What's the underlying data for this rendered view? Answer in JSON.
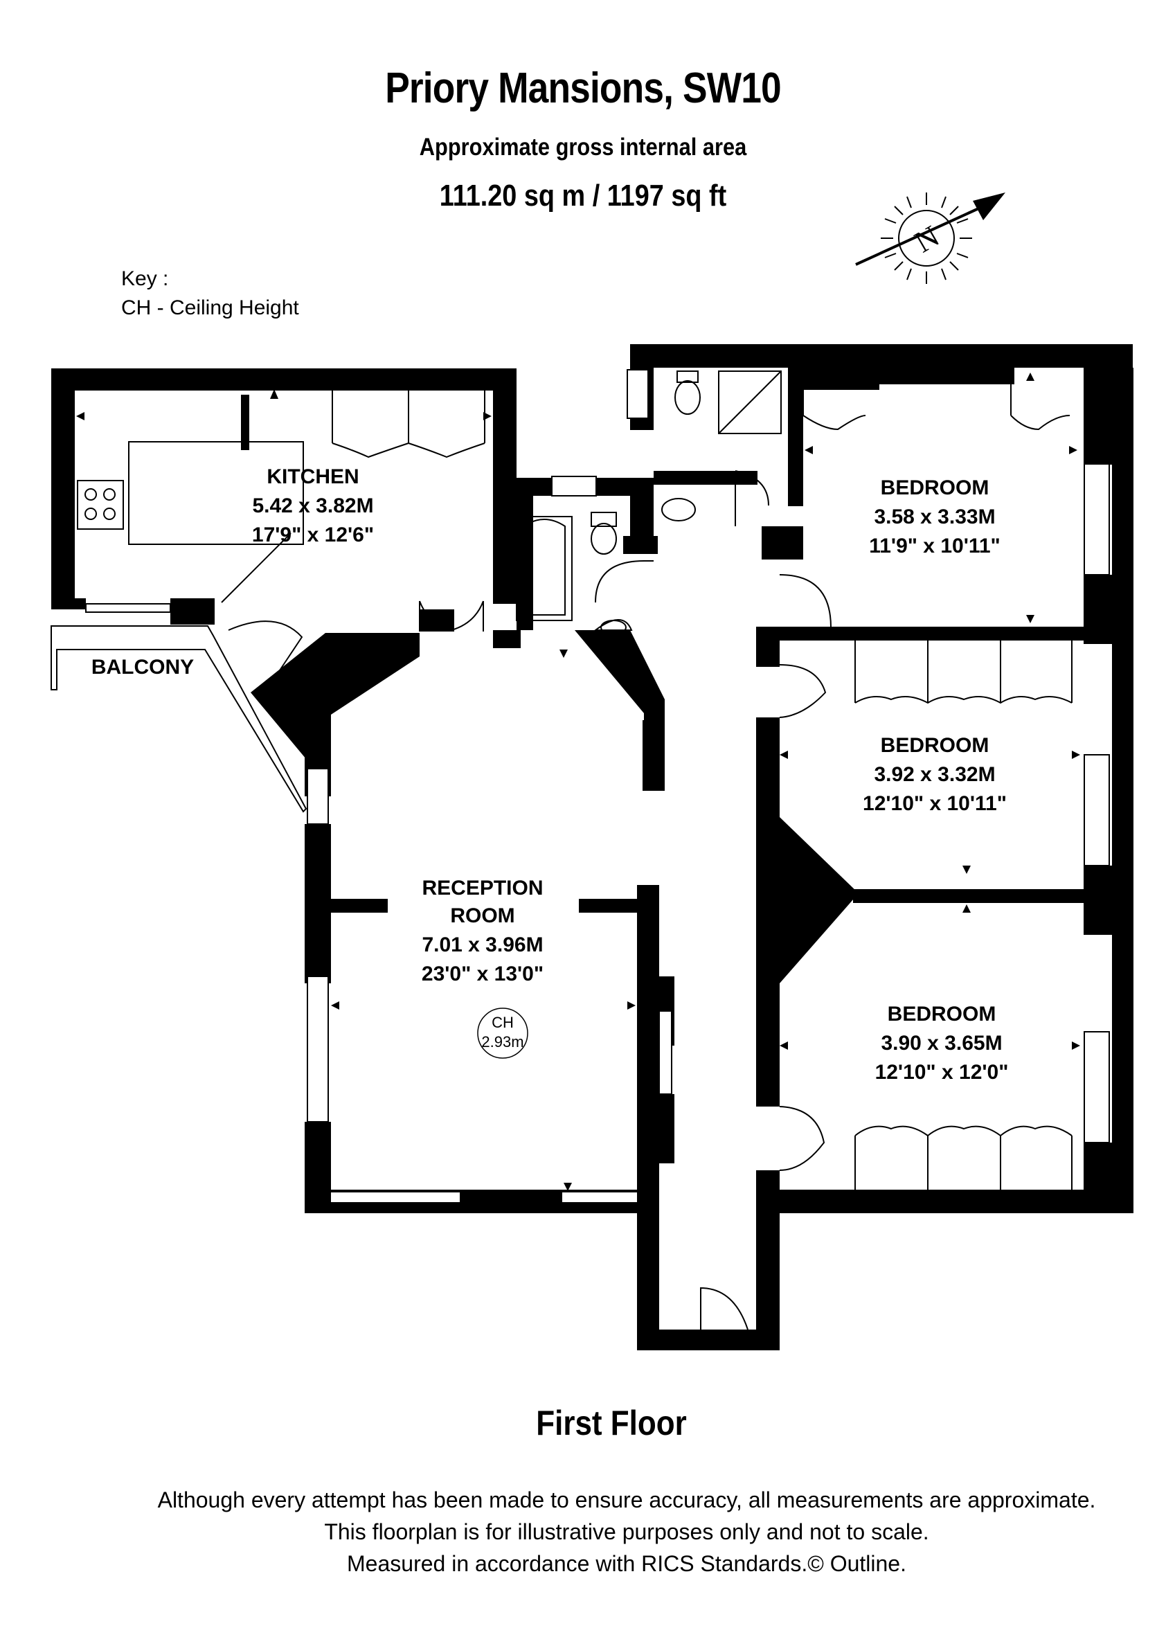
{
  "header": {
    "title": "Priory Mansions, SW10",
    "subtitle": "Approximate gross internal area",
    "area": "111.20 sq m /  1197 sq ft"
  },
  "compass": {
    "label": "N",
    "icon": "north-arrow-icon"
  },
  "key": {
    "heading": "Key :",
    "entry": "CH - Ceiling Height"
  },
  "rooms": {
    "kitchen": {
      "name": "KITCHEN",
      "metric": "5.42 x 3.82M",
      "imperial": "17'9\" x 12'6\""
    },
    "balcony": {
      "name": "BALCONY"
    },
    "reception": {
      "name1": "RECEPTION",
      "name2": "ROOM",
      "metric": "7.01 x 3.96M",
      "imperial": "23'0\" x 13'0\""
    },
    "bedroom1": {
      "name": "BEDROOM",
      "metric": "3.58 x 3.33M",
      "imperial": "11'9\" x 10'11\""
    },
    "bedroom2": {
      "name": "BEDROOM",
      "metric": "3.92 x 3.32M",
      "imperial": "12'10\" x 10'11\""
    },
    "bedroom3": {
      "name": "BEDROOM",
      "metric": "3.90 x 3.65M",
      "imperial": "12'10\" x 12'0\""
    }
  },
  "ceiling": {
    "label": "CH",
    "value": "2.93m"
  },
  "floor_label": "First Floor",
  "disclaimer": [
    "Although every attempt has been made to ensure accuracy, all measurements are approximate.",
    "This floorplan is for illustrative purposes only and not to scale.",
    "Measured in accordance with RICS Standards.© Outline."
  ],
  "colors": {
    "wall": "#000000",
    "background": "#ffffff",
    "fixture_line": "#000000"
  }
}
